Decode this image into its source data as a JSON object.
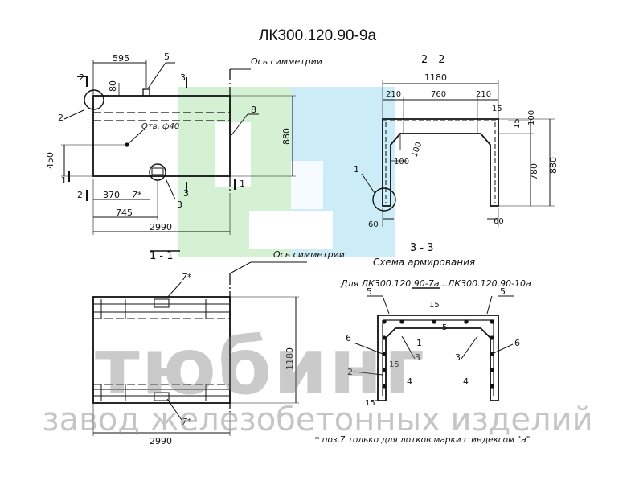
{
  "title": "ЛК300.120.90-9а",
  "watermark": {
    "brand": "тюбинг",
    "subtitle": "завод железобетонных изделий",
    "logo_colors": [
      "#c9ecc9",
      "#bfe8f5"
    ]
  },
  "view_front": {
    "dims": {
      "d595": "595",
      "d80": "80",
      "d450": "450",
      "d880": "880",
      "d370": "370",
      "d745": "745",
      "d2990": "2990"
    },
    "labels": {
      "callout_2": "2",
      "callout_5": "5",
      "callout_8": "8",
      "callout_7": "7*",
      "callout_3a": "3",
      "callout_3b": "3",
      "section_1": "1",
      "section_1b": "1",
      "section_2": "2",
      "section_2b": "2",
      "section_3": "3",
      "section_3b": "3",
      "axis": "Ось симметрии",
      "hole": "Отв. ф40"
    }
  },
  "view_section_2_2": {
    "heading": "2 - 2",
    "dims": {
      "d1180": "1180",
      "d210a": "210",
      "d760": "760",
      "d210b": "210",
      "d15a": "15",
      "d15b": "15",
      "d100a": "100",
      "d100b": "100",
      "d100c": "100",
      "d780": "780",
      "d880": "880",
      "d60a": "60",
      "d60b": "60"
    },
    "callout_1": "1"
  },
  "view_section_1_1": {
    "heading": "1 - 1",
    "axis": "Ось симметрии",
    "callout_7a": "7*",
    "callout_7b": "7*",
    "d1180": "1180",
    "d2990": "2990"
  },
  "view_section_3_3": {
    "heading": "3 - 3",
    "subheading": "Схема армирования",
    "applies_to": "Для ЛК300.120.90-7а...ЛК300.120.90-10а",
    "callouts": [
      "5",
      "5",
      "15",
      "5",
      "1",
      "6",
      "6",
      "3",
      "3",
      "2",
      "4",
      "4",
      "15",
      "15"
    ]
  },
  "footnote": "* поз.7 только для лотков марки с индексом \"а\""
}
